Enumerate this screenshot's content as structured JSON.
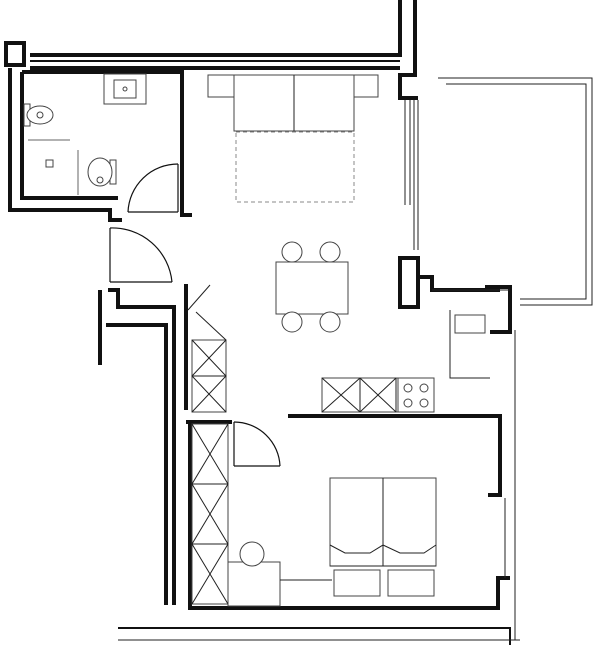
{
  "plan": {
    "rooms": [
      "bathroom",
      "hallway",
      "living-room",
      "kitchen",
      "bedroom",
      "terrace"
    ],
    "fixtures": [
      "bidet",
      "shower",
      "toilet",
      "washbasin",
      "sofa-bed",
      "dining-table",
      "kitchen-counter",
      "cooktop",
      "double-bed",
      "nightstands",
      "desk",
      "wardrobes"
    ]
  },
  "colors": {
    "wall": "#111111",
    "furniture": "#444444",
    "background": "#ffffff"
  }
}
